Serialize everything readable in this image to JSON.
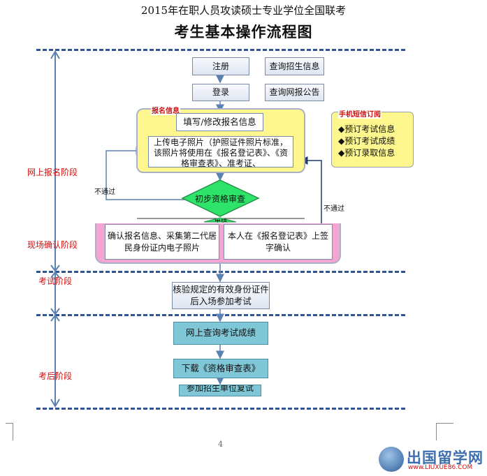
{
  "header": {
    "title_line1": "2015年在职人员攻读硕士专业学位全国联考",
    "title_line2": "考生基本操作流程图"
  },
  "stages": {
    "online": "网上报名阶段",
    "onsite": "现场确认阶段",
    "exam": "考试阶段",
    "post": "考后阶段"
  },
  "nodes": {
    "register": "注册",
    "query_info": "查询招生信息",
    "login": "登录",
    "query_notice": "查询网报公告",
    "reg_info_label": "报名信息",
    "fill_info": "填写/修改报名信息",
    "upload_photo": "上传电子照片（护照证件照片标准，该照片将使用在《报名登记表》、《资格审查表》、准考证、",
    "prelim_review": "初步资格审查",
    "review_partial": "审核",
    "confirm_left": "确认报名信息、采集第二代居民身份证内电子照片",
    "confirm_right": "本人在《报名登记表》上签字确认",
    "verify_id": "核验规定的有效身份证件后入场参加考试",
    "query_score": "网上查询考试成绩",
    "download_form": "下载《资格审查表》",
    "retest": "参加招生单位复试"
  },
  "sms": {
    "title": "手机短信订阅",
    "items": [
      "◆预订考试信息",
      "◆预订考试成绩",
      "◆预订录取信息"
    ]
  },
  "edge_labels": {
    "fail_left": "不通过",
    "fail_right": "不通过"
  },
  "footer": {
    "page_number": "4",
    "watermark_cn": "出国留学网",
    "watermark_url": "www.LIUXUE86.COM"
  },
  "colors": {
    "stage_text": "#d11010",
    "dash_line": "#2f5597",
    "yellow_panel": "#fdf78e",
    "pink_panel": "#f4a6d2",
    "diamond": "#2ee36a",
    "teal_box": "#7fc6d6"
  }
}
